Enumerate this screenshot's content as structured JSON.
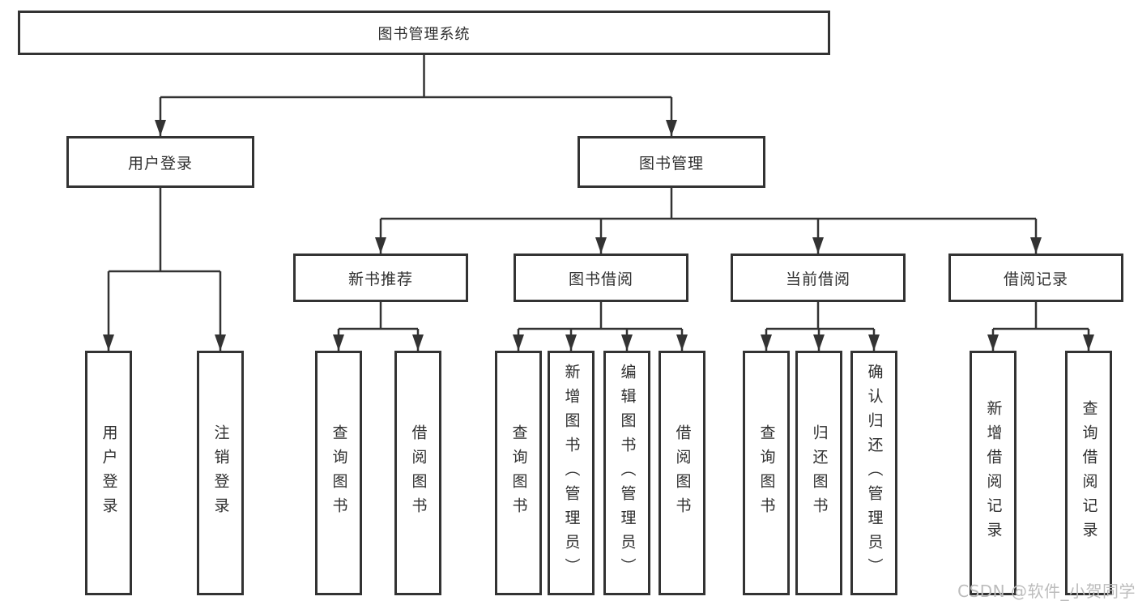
{
  "tree": {
    "root": "图书管理系统",
    "children": [
      {
        "label": "用户登录",
        "leaves": [
          "用户登录",
          "注销登录"
        ]
      },
      {
        "label": "图书管理",
        "children": [
          {
            "label": "新书推荐",
            "leaves": [
              "查询图书",
              "借阅图书"
            ]
          },
          {
            "label": "图书借阅",
            "leaves": [
              "查询图书",
              "新增图书（管理员）",
              "编辑图书（管理员）",
              "借阅图书"
            ]
          },
          {
            "label": "当前借阅",
            "leaves": [
              "查询图书",
              "归还图书",
              "确认归还（管理员）"
            ]
          },
          {
            "label": "借阅记录",
            "leaves": [
              "新增借阅记录",
              "查询借阅记录"
            ]
          }
        ]
      }
    ]
  },
  "watermark": "CSDN @软件_小贺同学",
  "colors": {
    "line": "#333333",
    "text": "#2f2f2f",
    "box_background": "#ffffff",
    "page_background": "#ffffff",
    "watermark": "#bcbcbc"
  }
}
